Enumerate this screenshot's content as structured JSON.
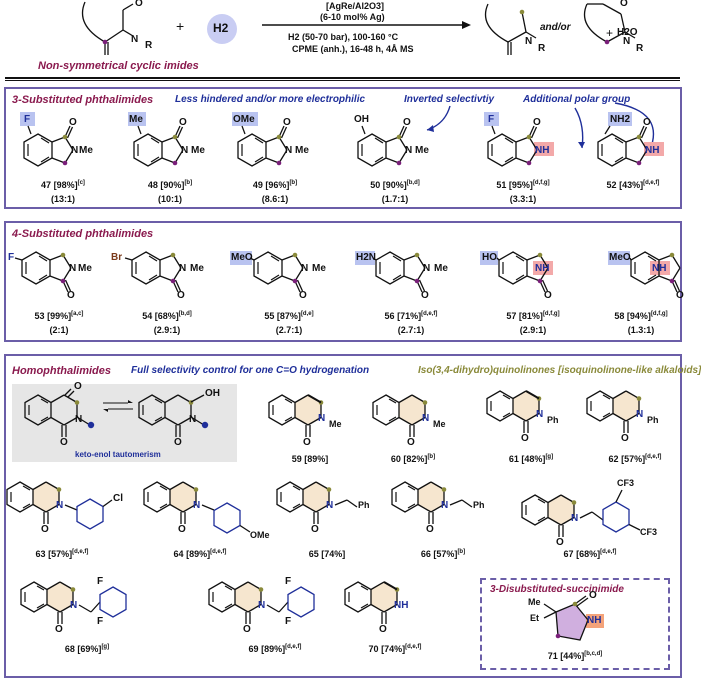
{
  "reaction": {
    "reagent_h2": "H2",
    "plus1": "+",
    "plus2": "+",
    "catalyst": "[AgRe/Al2O3]",
    "loading": "(6-10 mol% Ag)",
    "conditions1": "H2 (50-70 bar), 100-160 °C",
    "conditions2": "CPME (anh.), 16-48 h, 4Å MS",
    "andor": "and/or",
    "water": "H2O",
    "subtitle": "Non-symmetrical cyclic imides"
  },
  "panel1": {
    "title": "3-Substituted phthalimides",
    "note1": "Less hindered and/or more electrophilic",
    "note2": "Inverted selectivtiy",
    "note3": "Additional polar group",
    "compounds": [
      {
        "num": "47",
        "yield": "[98%]",
        "refs": "[c]",
        "ratio": "(13:1)",
        "sub": "F"
      },
      {
        "num": "48",
        "yield": "[90%]",
        "refs": "[b]",
        "ratio": "(10:1)",
        "sub": "Me"
      },
      {
        "num": "49",
        "yield": "[96%]",
        "refs": "[b]",
        "ratio": "(8.6:1)",
        "sub": "OMe"
      },
      {
        "num": "50",
        "yield": "[90%]",
        "refs": "[b,d]",
        "ratio": "(1.7:1)",
        "sub": "OH"
      },
      {
        "num": "51",
        "yield": "[95%]",
        "refs": "[d,f,g]",
        "ratio": "(3.3:1)",
        "sub": "F"
      },
      {
        "num": "52",
        "yield": "[43%]",
        "refs": "[d,e,f]",
        "ratio": "",
        "sub": "NH2"
      }
    ]
  },
  "panel2": {
    "title": "4-Substituted phthalimides",
    "compounds": [
      {
        "num": "53",
        "yield": "[99%]",
        "refs": "[a,c]",
        "ratio": "(2:1)",
        "sub": "F"
      },
      {
        "num": "54",
        "yield": "[68%]",
        "refs": "[b,d]",
        "ratio": "(2.9:1)",
        "sub": "Br"
      },
      {
        "num": "55",
        "yield": "[87%]",
        "refs": "[d,e]",
        "ratio": "(2.7:1)",
        "sub": "MeO"
      },
      {
        "num": "56",
        "yield": "[71%]",
        "refs": "[d,e,f]",
        "ratio": "(2.7:1)",
        "sub": "H2N"
      },
      {
        "num": "57",
        "yield": "[81%]",
        "refs": "[d,f,g]",
        "ratio": "(2.9:1)",
        "sub": "HO"
      },
      {
        "num": "58",
        "yield": "[94%]",
        "refs": "[d,f,g]",
        "ratio": "(1.3:1)",
        "sub": "MeO"
      }
    ]
  },
  "panel3": {
    "title": "Homophthalimides",
    "note1": "Full selectivity control for one C=O hydrogenation",
    "note2": "Iso(3,4-dihydro)quinolinones [isoquinolinone-like alkaloids]",
    "tautomer_label": "keto-enol tautomerism",
    "compounds": [
      {
        "num": "59",
        "yield": "[89%]",
        "refs": ""
      },
      {
        "num": "60",
        "yield": "[82%]",
        "refs": "[b]"
      },
      {
        "num": "61",
        "yield": "[48%]",
        "refs": "[g]"
      },
      {
        "num": "62",
        "yield": "[57%]",
        "refs": "[d,e,f]"
      },
      {
        "num": "63",
        "yield": "[57%]",
        "refs": "[d,e,f]"
      },
      {
        "num": "64",
        "yield": "[89%]",
        "refs": "[d,e,f]"
      },
      {
        "num": "65",
        "yield": "[74%]",
        "refs": ""
      },
      {
        "num": "66",
        "yield": "[57%]",
        "refs": "[b]"
      },
      {
        "num": "67",
        "yield": "[68%]",
        "refs": "[d,e,f]"
      },
      {
        "num": "68",
        "yield": "[69%]",
        "refs": "[g]"
      },
      {
        "num": "69",
        "yield": "[89%]",
        "refs": "[d,e,f]"
      },
      {
        "num": "70",
        "yield": "[74%]",
        "refs": "[d,e,f]"
      }
    ]
  },
  "panel4": {
    "title": "3-Disubstituted-succinimide",
    "compound": {
      "num": "71",
      "yield": "[44%]",
      "refs": "[b,c,d]"
    }
  },
  "atoms": {
    "O": "O",
    "N": "N",
    "NH": "NH",
    "Me": "Me",
    "Ph": "Ph",
    "Cl": "Cl",
    "OMe": "OMe",
    "F": "F",
    "CF3": "CF3",
    "OH": "OH",
    "Et": "Et",
    "R": "R"
  },
  "colors": {
    "frame": "#6b5ea8",
    "title": "#8a1a4e",
    "note": "#1f2f9a",
    "olive_dot": "#8a8a3a",
    "purple_dot": "#7a1f7a",
    "blue_hi": "#b9c3f0",
    "pink_hi": "#f3a9a9",
    "orange_hi": "#f4a37a",
    "beige": "#f6e6cf",
    "gray_box": "#e6e6e6",
    "n_blue": "#1f2f9a"
  }
}
